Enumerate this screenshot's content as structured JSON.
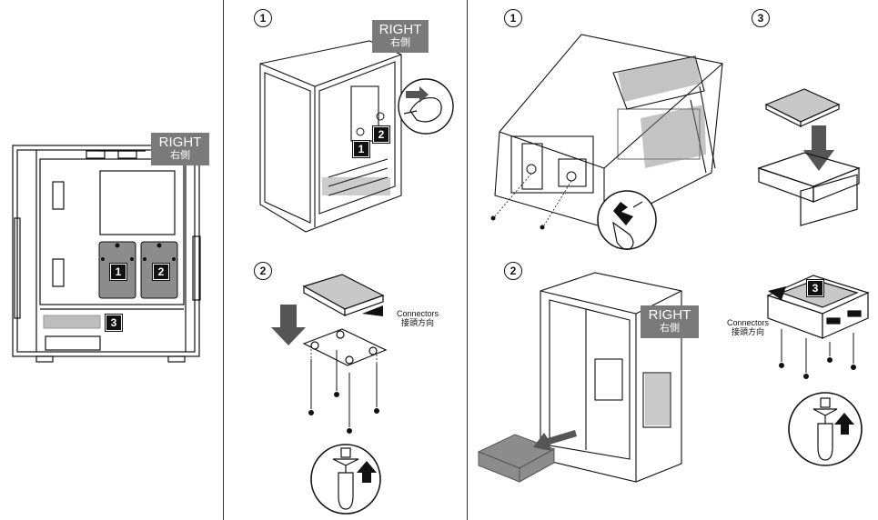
{
  "labels": {
    "right_en": "RIGHT",
    "right_zh": "右側",
    "connectors_en": "Connectors",
    "connectors_zh": "接頭方向"
  },
  "steps": [
    "1",
    "2",
    "3"
  ],
  "badges": [
    "1",
    "2",
    "3"
  ],
  "colors": {
    "line": "#111111",
    "tag_bg": "#7a7a7a",
    "tray_fill": "#8c8c8c",
    "arrow": "#555555",
    "drive_top": "#c8c8c8"
  },
  "icons": [
    "screw-icon",
    "screwdriver-icon",
    "thumb-screw-hand-icon",
    "arrow-down-icon",
    "arrow-up-icon"
  ]
}
